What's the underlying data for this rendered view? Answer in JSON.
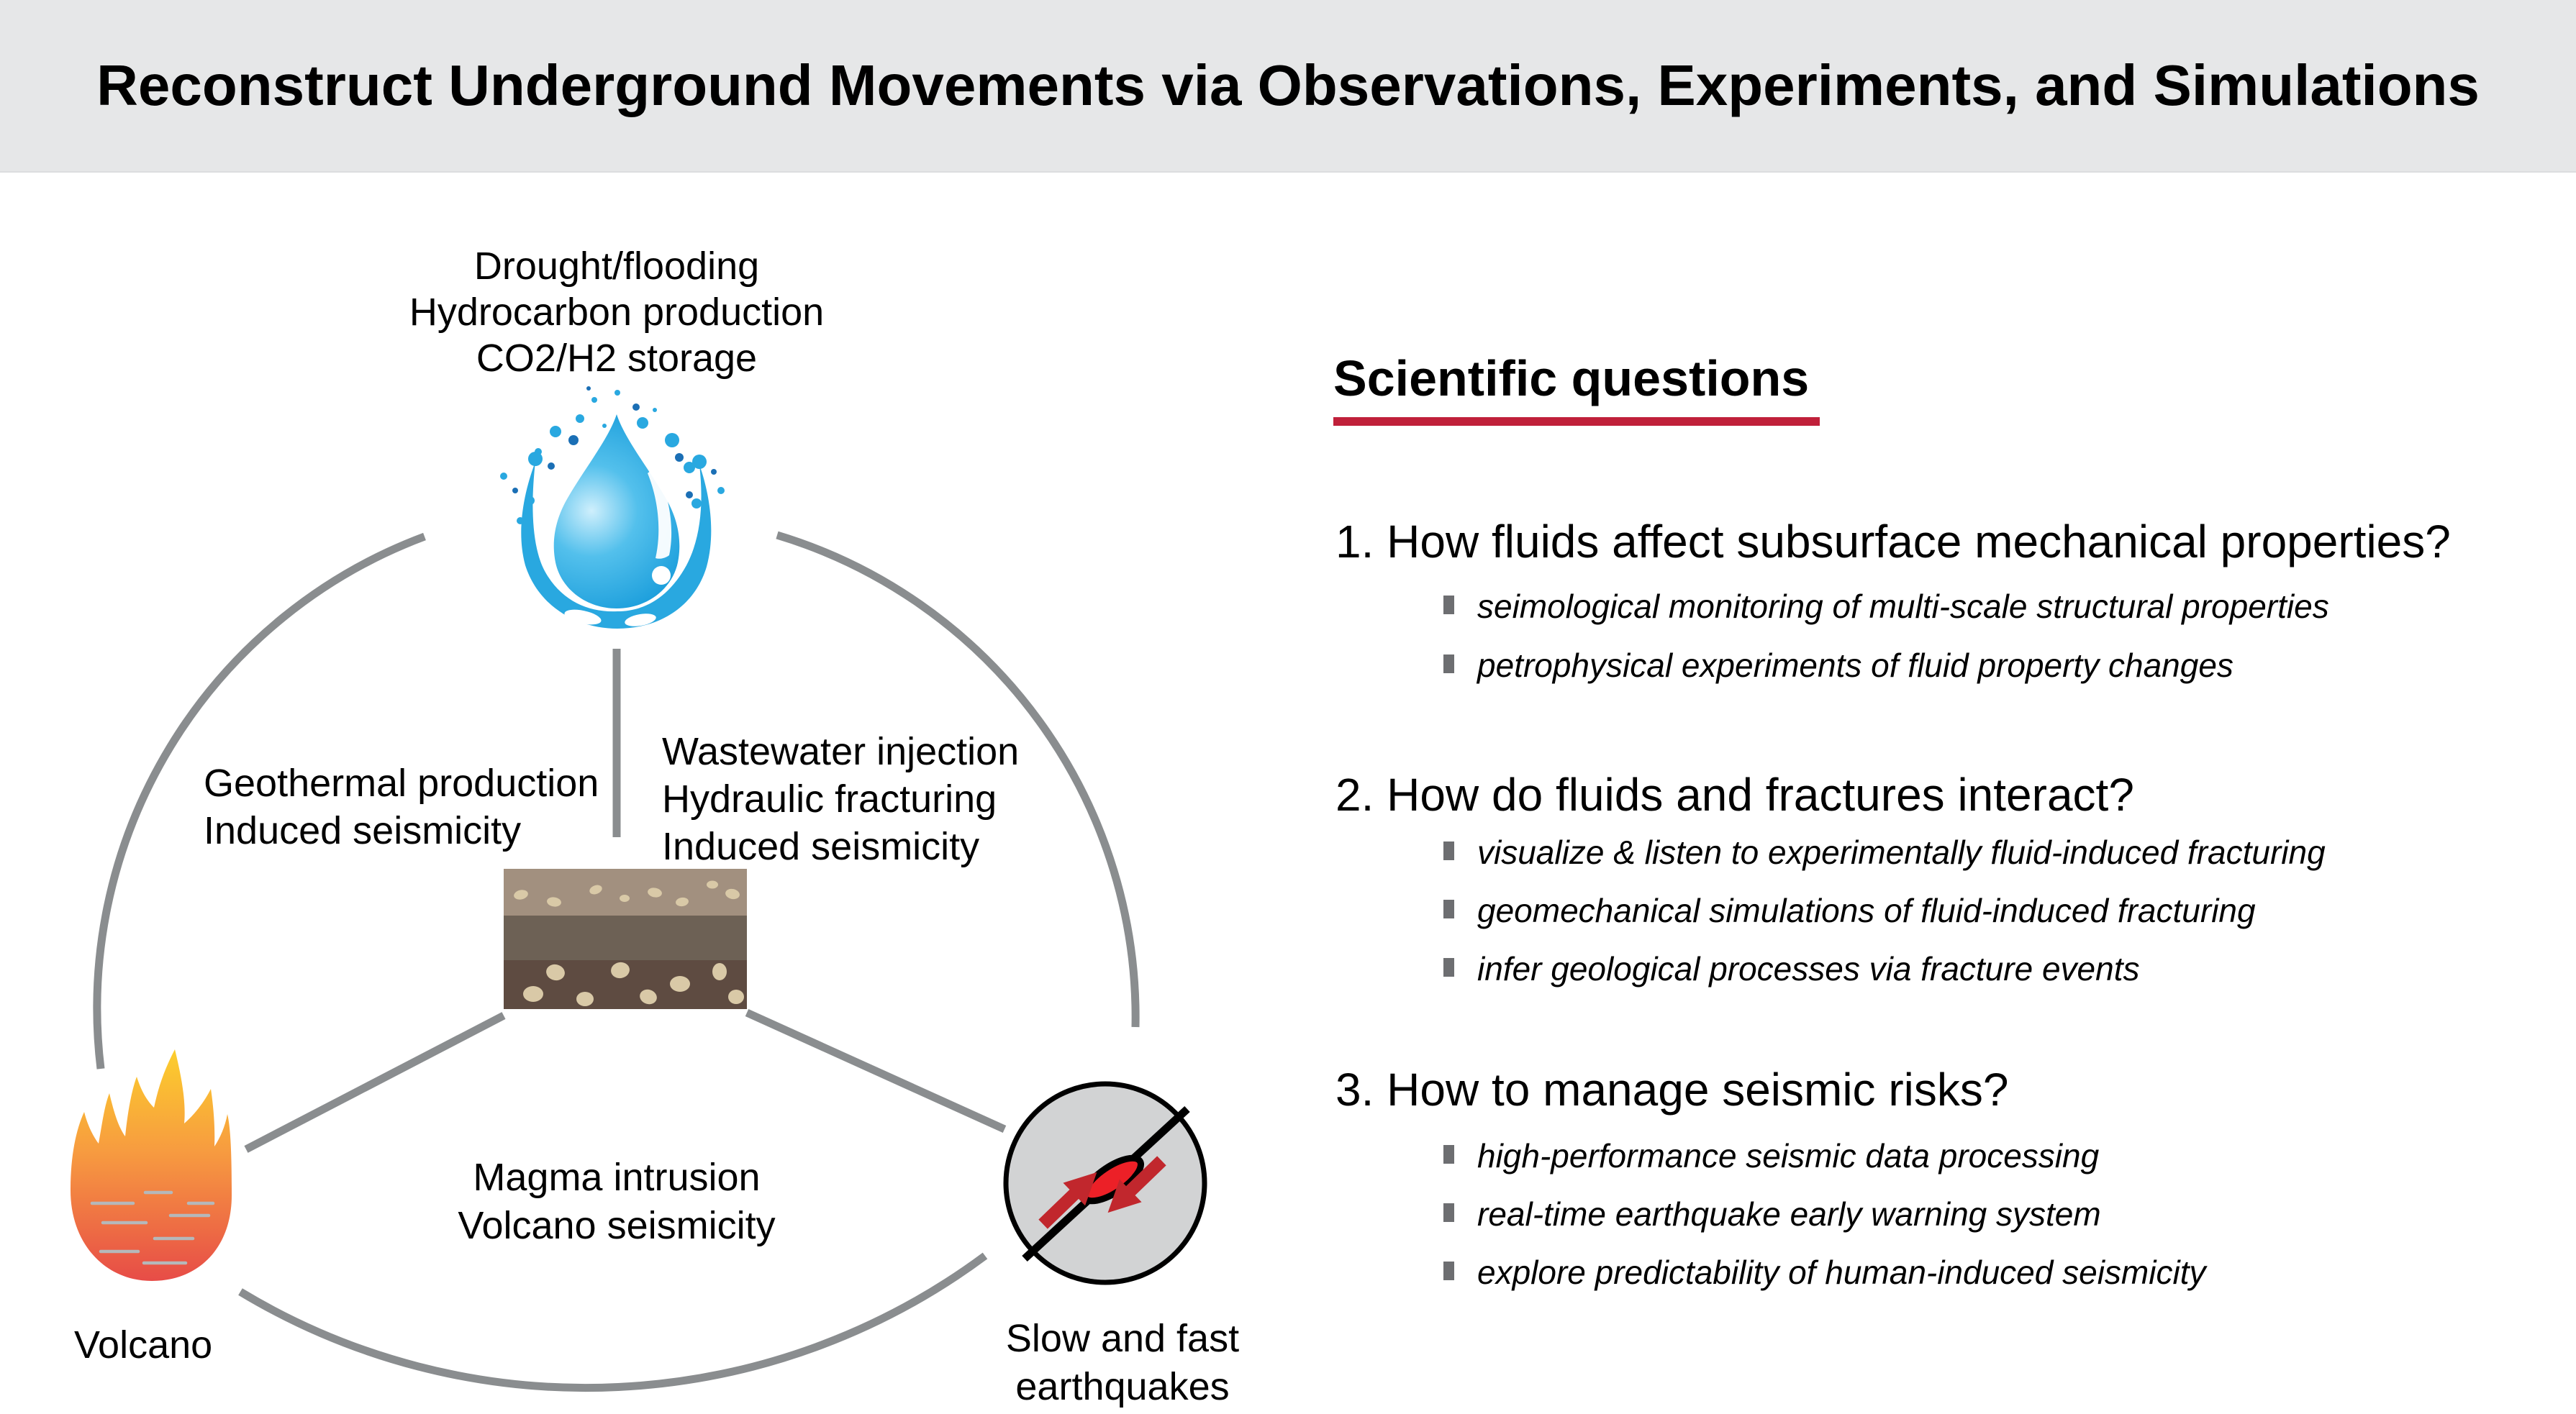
{
  "header": {
    "title": "Reconstruct Underground Movements via Observations, Experiments, and Simulations"
  },
  "diagram": {
    "top_label": {
      "lines": [
        "Drought/flooding",
        "Hydrocarbon production",
        "CO2/H2 storage"
      ]
    },
    "geothermal_label": {
      "lines": [
        "Geothermal production",
        "Induced seismicity"
      ]
    },
    "wastewater_label": {
      "lines": [
        "Wastewater injection",
        "Hydraulic fracturing",
        "Induced seismicity"
      ]
    },
    "magma_label": {
      "lines": [
        "Magma intrusion",
        "Volcano seismicity"
      ]
    },
    "volcano_label": "Volcano",
    "earthquake_label": {
      "lines": [
        "Slow and fast",
        "earthquakes"
      ]
    },
    "icons": {
      "top": "water-splash-icon",
      "left": "flame-icon",
      "center": "rock-layers-icon",
      "right": "earthquake-fault-icon"
    }
  },
  "questions_panel": {
    "heading": "Scientific questions",
    "questions": [
      {
        "label": "1. How fluids affect subsurface mechanical properties?",
        "bullets": [
          "seimological monitoring of multi-scale structural properties",
          "petrophysical experiments of fluid property changes"
        ]
      },
      {
        "label": "2. How do fluids and fractures interact?",
        "bullets": [
          "visualize & listen to experimentally fluid-induced fracturing",
          "geomechanical simulations of fluid-induced fracturing",
          "infer geological processes via fracture events"
        ]
      },
      {
        "label": "3. How to manage seismic risks?",
        "bullets": [
          "high-performance seismic data processing",
          "real-time earthquake early warning system",
          "explore predictability of human-induced seismicity"
        ]
      }
    ]
  },
  "colors": {
    "banner_bg": "#e6e7e8",
    "accent_red": "#c0203a",
    "bullet_gray": "#6d6e71",
    "connector_gray": "#8a8d8f",
    "water_blue": "#29a8e0",
    "water_dark_blue": "#1b6fb5",
    "flame_yellow": "#fcd02c",
    "flame_orange": "#f79b40",
    "flame_red": "#e74c47",
    "rock_top_layer": "#a2907f",
    "rock_middle_layer": "#6d6155",
    "rock_bottom_layer": "#5e4b41",
    "pebble": "#d9c9a7",
    "fault_circle_fill": "#d2d3d4",
    "fault_lens_red": "#ec2027",
    "fault_arrow_red": "#c1272d"
  }
}
